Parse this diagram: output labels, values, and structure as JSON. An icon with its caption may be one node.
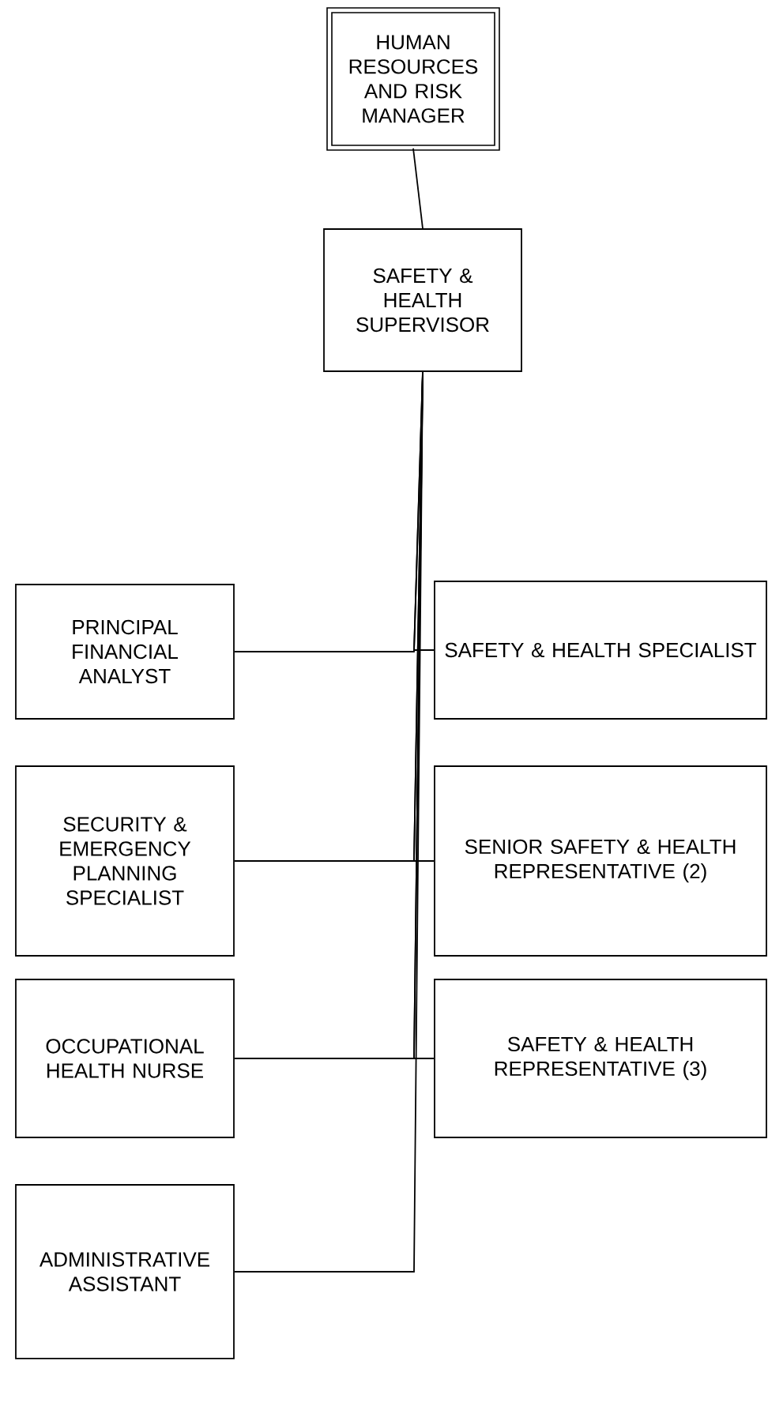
{
  "diagram": {
    "nodes": [
      {
        "text": [
          "HUMAN RESOURCES AND RISK MANAGER"
        ]
      },
      {
        "text": [
          "SAFETY & HEALTH SUPERVISOR"
        ]
      },
      {
        "text": [
          "PRINCIPAL FINANCIAL ANALYST"
        ]
      },
      {
        "text": [
          "SAFETY & HEALTH SPECIALIST"
        ]
      },
      {
        "text": [
          "SECURITY & EMERGENCY PLANNING SPECIALIST"
        ]
      },
      {
        "text": [
          "SENIOR SAFETY & HEALTH REPRESENTATIVE (2)"
        ]
      },
      {
        "text": [
          "OCCUPATIONAL HEALTH NURSE"
        ]
      },
      {
        "text": [
          "SAFETY & HEALTH REPRESENTATIVE (3)"
        ]
      },
      {
        "text": [
          "ADMINISTRATIVE ASSISTANT"
        ]
      }
    ],
    "edges": [
      {
        "from": 0,
        "to": 1,
        "arrow": "none"
      },
      {
        "from": 1,
        "to": 2,
        "arrow": "none"
      },
      {
        "from": 1,
        "to": 3,
        "arrow": "none"
      },
      {
        "from": 1,
        "to": 4,
        "arrow": "none"
      },
      {
        "from": 1,
        "to": 5,
        "arrow": "none"
      },
      {
        "from": 1,
        "to": 6,
        "arrow": "none"
      },
      {
        "from": 1,
        "to": 7,
        "arrow": "none"
      },
      {
        "from": 1,
        "to": 8,
        "arrow": "none"
      }
    ]
  }
}
